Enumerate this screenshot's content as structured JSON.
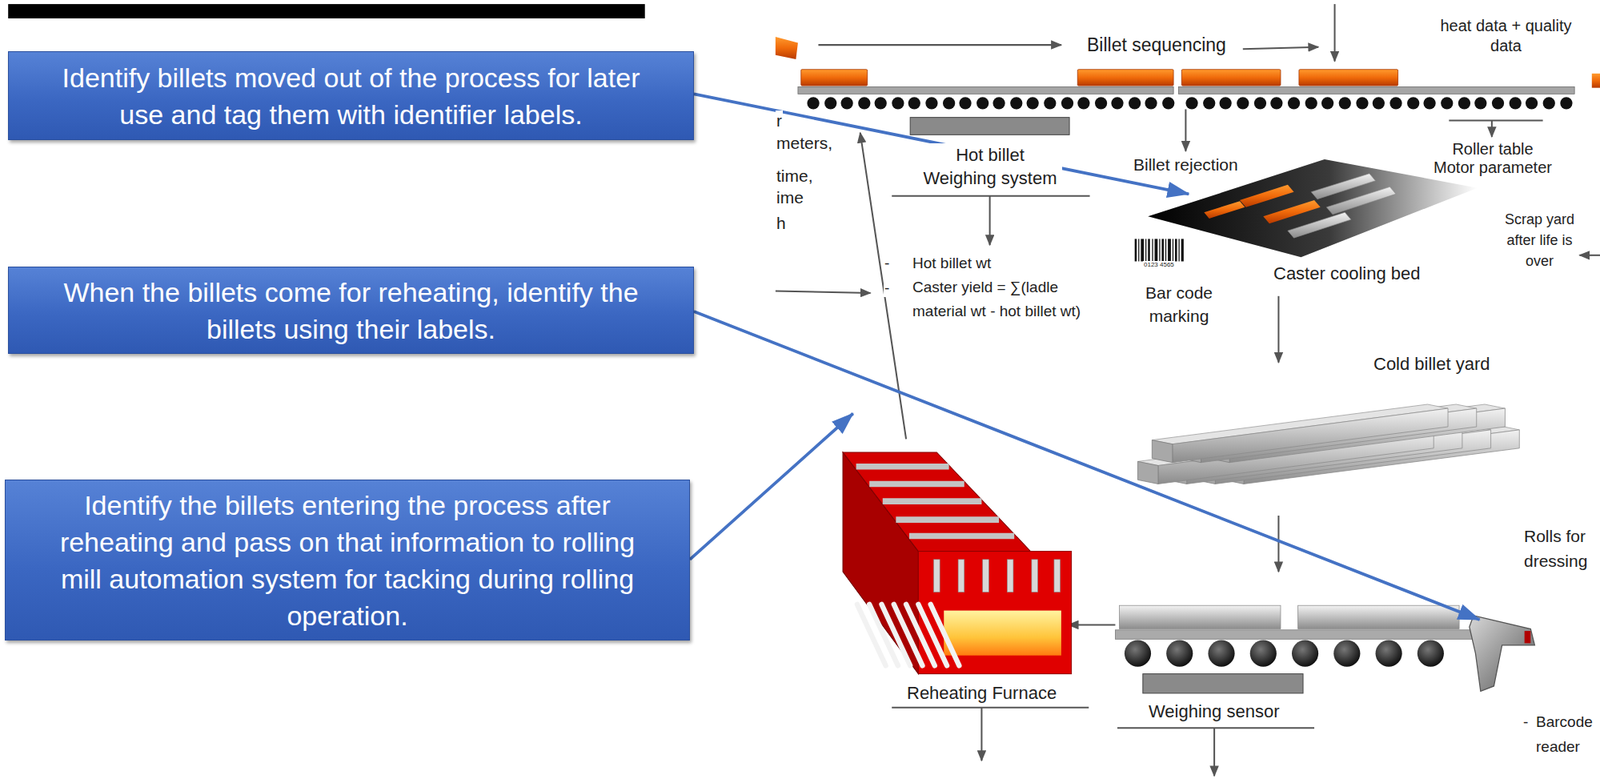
{
  "diagram": {
    "nodes": [
      {
        "text": [
          "Identify billets moved out of the process for later use and tag them with identifier labels."
        ]
      },
      {
        "text": [
          "When the billets come for reheating, identify the billets using their labels."
        ]
      },
      {
        "text": [
          "Identify the billets entering the process after reheating and pass on that information to rolling mill automation system for tacking during rolling operation."
        ]
      }
    ],
    "labels": [
      "Billet sequencing",
      "heat data + quality data",
      "r",
      "meters,",
      "Hot billet Weighing system",
      "Billet rejection",
      "Roller table Motor parameter",
      "time,",
      "ime",
      "h",
      "Scrap yard after life is over",
      "-",
      "Hot billet wt",
      "0123 4565",
      "-",
      "Caster yield = ∑(ladle material wt - hot billet wt)",
      "Bar code marking",
      "Caster cooling bed",
      "Cold billet yard",
      "Rolls for dressing",
      "Reheating Furnace",
      "Weighing sensor",
      "-",
      "Barcode reader"
    ]
  }
}
